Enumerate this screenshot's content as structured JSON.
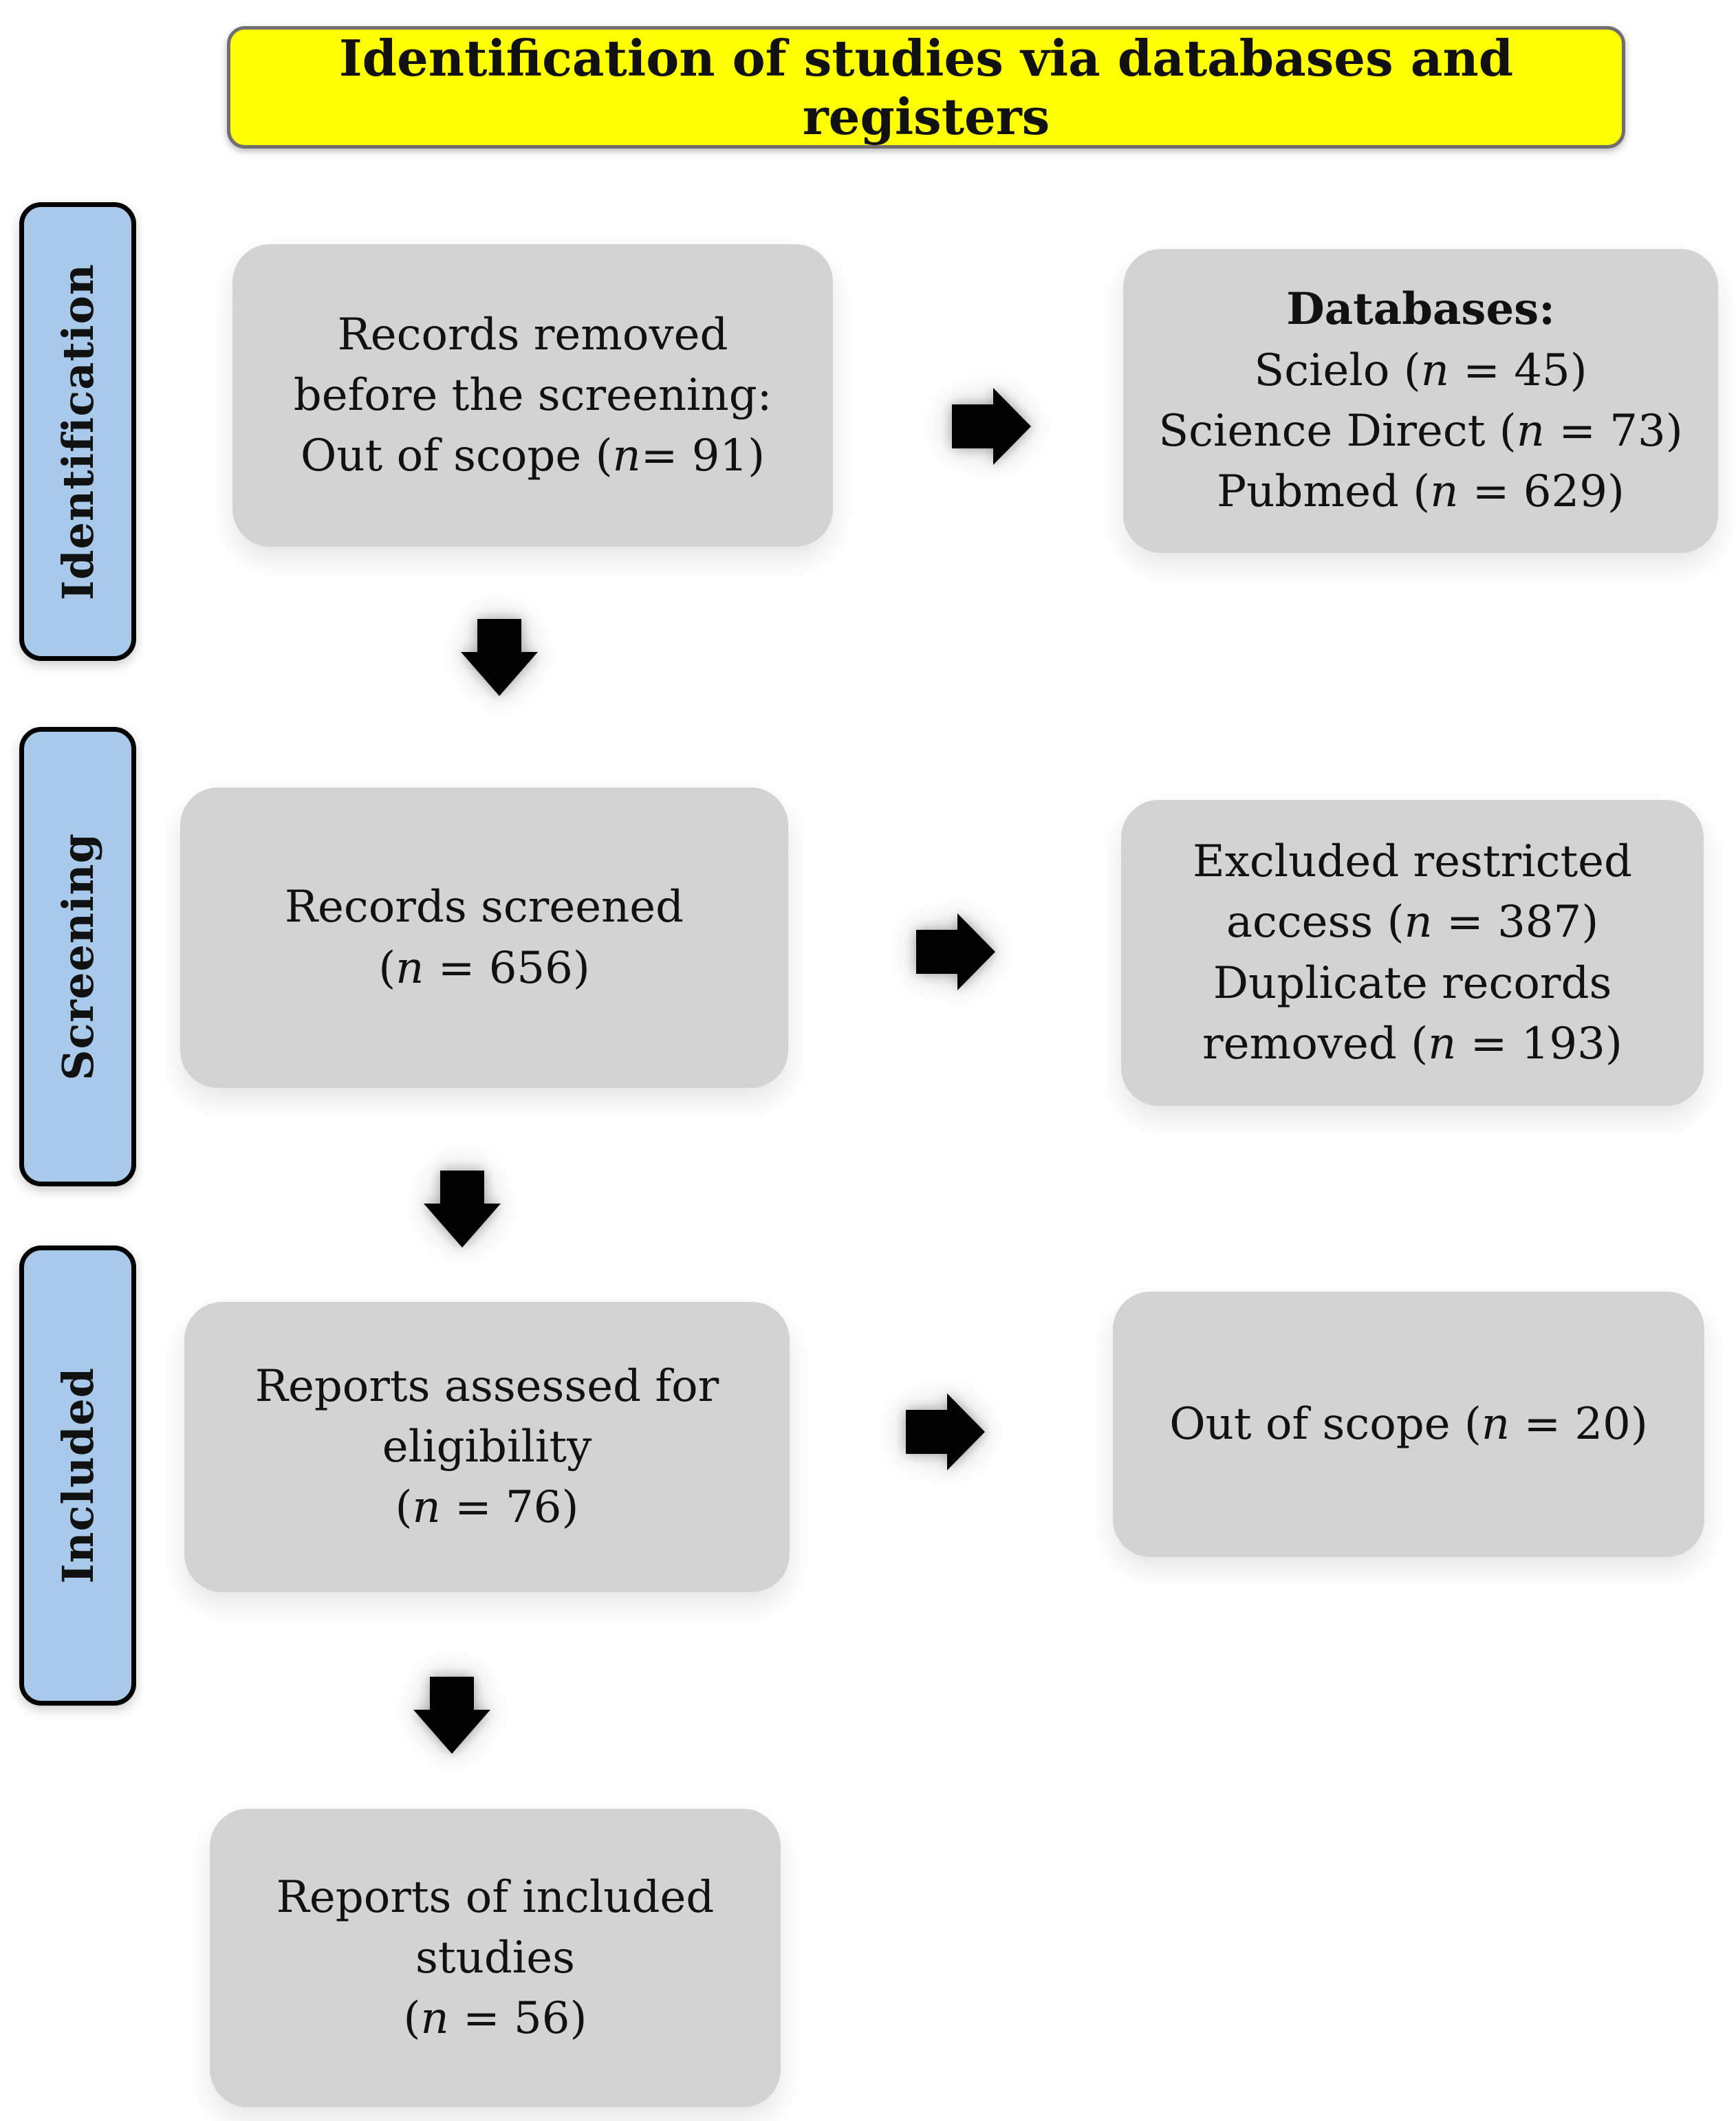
{
  "header": {
    "title": "Identification of studies via databases and registers"
  },
  "sidebar": {
    "items": [
      {
        "label": "Identification"
      },
      {
        "label": "Screening"
      },
      {
        "label": "Included"
      }
    ]
  },
  "boxes": {
    "records_removed": {
      "lines": [
        "Records removed",
        "before the screening:",
        "Out of scope (n= 91)"
      ]
    },
    "databases": {
      "heading": "Databases:",
      "lines": [
        "Scielo (n = 45)",
        "Science Direct (n = 73)",
        "Pubmed (n = 629)"
      ]
    },
    "records_screened": {
      "lines": [
        "Records screened",
        "(n = 656)"
      ]
    },
    "excluded_duplicates": {
      "lines": [
        "Excluded restricted",
        "access (n = 387)",
        "Duplicate records",
        "removed (n = 193)"
      ]
    },
    "reports_assessed": {
      "lines": [
        "Reports assessed for",
        "eligibility",
        "(n = 76)"
      ]
    },
    "out_of_scope": {
      "lines": [
        "Out of scope (n = 20)"
      ]
    },
    "reports_included": {
      "lines": [
        "Reports of included",
        "studies",
        "(n = 56)"
      ]
    }
  },
  "colors": {
    "background": "#FFFFFF",
    "header_bg": "#FFFF00",
    "header_border": "#6F6F6F",
    "stage_bg": "#A8C9E9",
    "stage_border": "#000000",
    "box_bg": "#D3D3D3",
    "arrow": "#000000",
    "text": "#111111"
  }
}
